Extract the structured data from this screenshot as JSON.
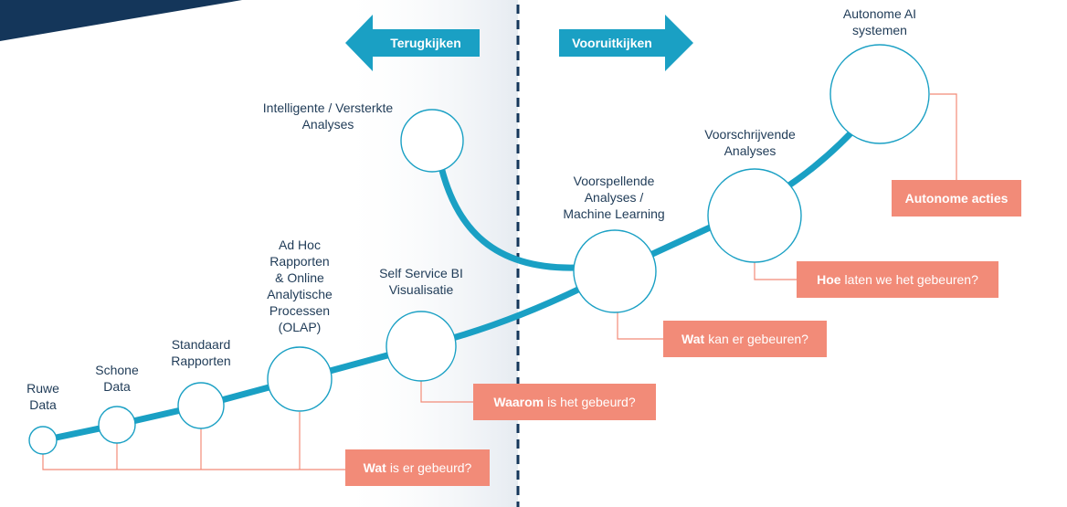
{
  "colors": {
    "accent": "#1aa0c4",
    "navy": "#14365a",
    "salmon": "#f28b78",
    "shade": "#eef2f6"
  },
  "arrows": {
    "back": "Terugkijken",
    "forward": "Vooruitkijken"
  },
  "nodes": [
    {
      "id": "ruwe",
      "label": "Ruwe\nData"
    },
    {
      "id": "schone",
      "label": "Schone\nData"
    },
    {
      "id": "standaard",
      "label": "Standaard\nRapporten"
    },
    {
      "id": "adhoc",
      "label": "Ad Hoc\nRapporten\n& Online\nAnalytische\nProcessen\n(OLAP)"
    },
    {
      "id": "selfservice",
      "label": "Self Service BI\nVisualisatie"
    },
    {
      "id": "intelligent",
      "label": "Intelligente / Versterkte\nAnalyses"
    },
    {
      "id": "voorspellend",
      "label": "Voorspellende\nAnalyses /\nMachine Learning"
    },
    {
      "id": "voorschrijvend",
      "label": "Voorschrijvende\nAnalyses"
    },
    {
      "id": "autonoom",
      "label": "Autonome AI\nsystemen"
    }
  ],
  "questions": [
    {
      "bold": "Wat",
      "rest": "is er gebeurd?"
    },
    {
      "bold": "Waarom",
      "rest": "is het gebeurd?"
    },
    {
      "bold": "Wat",
      "rest": "kan er gebeuren?"
    },
    {
      "bold": "Hoe",
      "rest": "laten we het gebeuren?"
    },
    {
      "bold": "Autonome acties",
      "rest": ""
    }
  ]
}
